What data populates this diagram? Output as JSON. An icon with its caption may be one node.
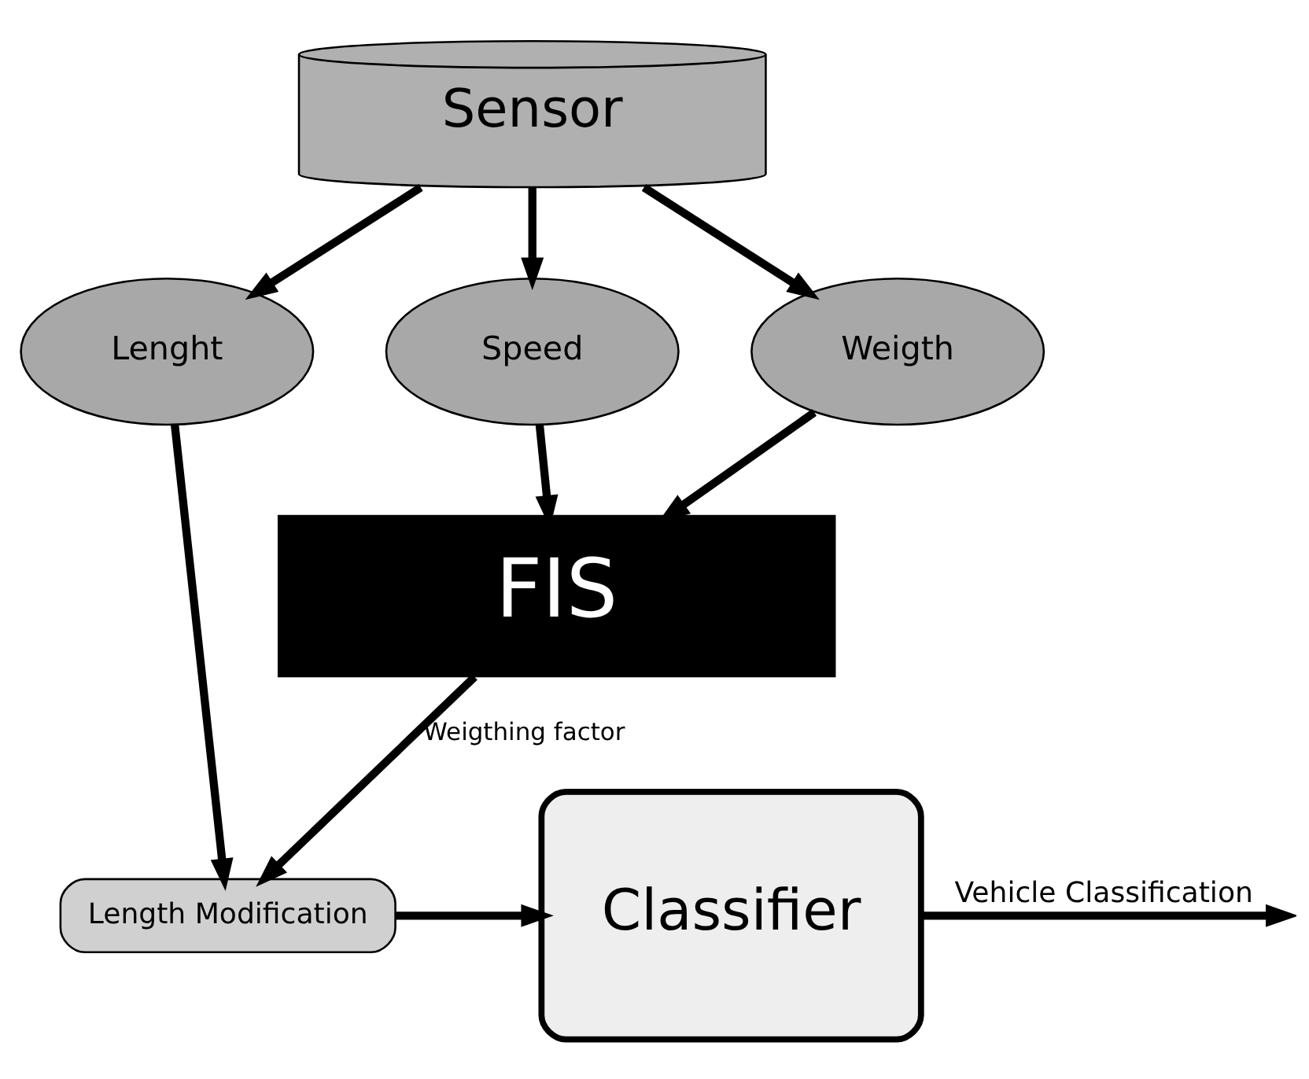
{
  "diagram": {
    "nodes": [
      {
        "text": [
          "Sensor"
        ]
      },
      {
        "text": [
          "Lenght"
        ]
      },
      {
        "text": [
          "Speed"
        ]
      },
      {
        "text": [
          "Weigth"
        ]
      },
      {
        "text": [
          "FIS"
        ]
      },
      {
        "text": [
          "Length Modification"
        ]
      },
      {
        "text": [
          "Classifier"
        ]
      }
    ],
    "edges": [
      {
        "from": 0,
        "to": 1,
        "arrow": "to"
      },
      {
        "from": 0,
        "to": 2,
        "arrow": "to"
      },
      {
        "from": 0,
        "to": 3,
        "arrow": "to"
      },
      {
        "from": 2,
        "to": 4,
        "arrow": "to"
      },
      {
        "from": 3,
        "to": 4,
        "arrow": "to"
      },
      {
        "from": 1,
        "to": 5,
        "arrow": "to"
      },
      {
        "from": 4,
        "to": 5,
        "arrow": "to",
        "label": "Weigthing factor"
      },
      {
        "from": 5,
        "to": 6,
        "arrow": "to"
      },
      {
        "from": 6,
        "to": null,
        "arrow": "to",
        "label": "Vehicle Classification"
      }
    ]
  }
}
